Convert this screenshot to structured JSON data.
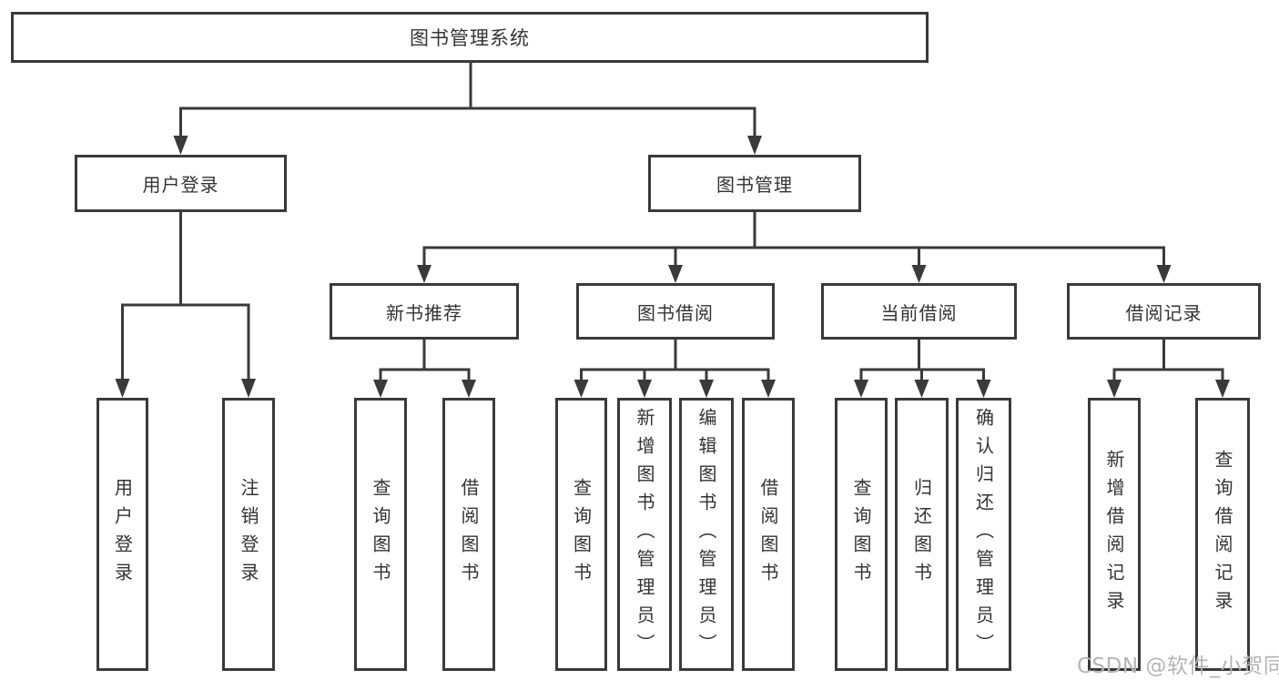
{
  "tree": {
    "label": "图书管理系统",
    "children": [
      {
        "label": "用户登录",
        "children": [
          {
            "label": "用户登录"
          },
          {
            "label": "注销登录"
          }
        ]
      },
      {
        "label": "图书管理",
        "children": [
          {
            "label": "新书推荐",
            "children": [
              {
                "label": "查询图书"
              },
              {
                "label": "借阅图书"
              }
            ]
          },
          {
            "label": "图书借阅",
            "children": [
              {
                "label": "查询图书"
              },
              {
                "label": "新增图书（管理员）"
              },
              {
                "label": "编辑图书（管理员）"
              },
              {
                "label": "借阅图书"
              }
            ]
          },
          {
            "label": "当前借阅",
            "children": [
              {
                "label": "查询图书"
              },
              {
                "label": "归还图书"
              },
              {
                "label": "确认归还（管理员）"
              }
            ]
          },
          {
            "label": "借阅记录",
            "children": [
              {
                "label": "新增借阅记录"
              },
              {
                "label": "查询借阅记录"
              }
            ]
          }
        ]
      }
    ]
  },
  "watermark": {
    "text": "CSDN @软件_小贺同学"
  },
  "colors": {
    "line": "#3a3a3a",
    "text": "#333333",
    "background": "#ffffff",
    "watermark": "#b5b5b5"
  }
}
